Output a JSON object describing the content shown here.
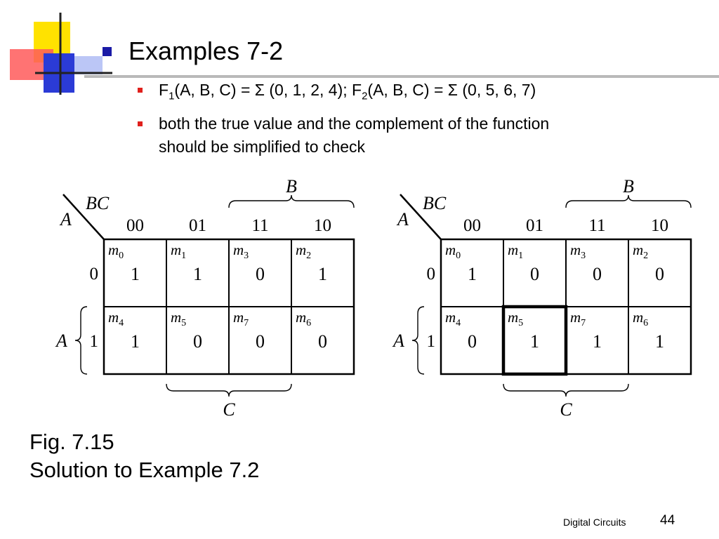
{
  "slide": {
    "title": "Examples 7-2",
    "bullets": [
      {
        "parts": [
          "F",
          "1",
          "(A, B, C) = Σ (0, 1, 2, 4); F",
          "2",
          "(A, B, C) = Σ (0, 5, 6, 7)"
        ]
      },
      {
        "lines": [
          "both the true value and the complement of the function",
          "should be simplified to check"
        ]
      }
    ],
    "caption_lines": [
      "Fig. 7.15",
      "Solution to Example 7.2"
    ],
    "footer_text": "Digital Circuits",
    "page_number": "44"
  },
  "colors": {
    "title_bullet": "#1a1aa6",
    "sub_bullet": "#e0201c",
    "rule": "#b9b9b9",
    "deco_yellow": "#ffe200",
    "deco_blue": "#2b3bd6",
    "deco_red": "#ff4a4a"
  },
  "kmaps": [
    {
      "row_var": "A",
      "col_vars": "BC",
      "col_codes": [
        "00",
        "01",
        "11",
        "10"
      ],
      "row_codes": [
        "0",
        "1"
      ],
      "top_brace_label": "B",
      "side_brace_label": "A",
      "bottom_brace_label": "C",
      "cells": [
        [
          {
            "sym": "m",
            "idx": "0",
            "val": "1"
          },
          {
            "sym": "m",
            "idx": "1",
            "val": "1"
          },
          {
            "sym": "m",
            "idx": "3",
            "val": "0"
          },
          {
            "sym": "m",
            "idx": "2",
            "val": "1"
          }
        ],
        [
          {
            "sym": "m",
            "idx": "4",
            "val": "1"
          },
          {
            "sym": "m",
            "idx": "5",
            "val": "0"
          },
          {
            "sym": "m",
            "idx": "7",
            "val": "0"
          },
          {
            "sym": "m",
            "idx": "6",
            "val": "0"
          }
        ]
      ],
      "highlight": []
    },
    {
      "row_var": "A",
      "col_vars": "BC",
      "col_codes": [
        "00",
        "01",
        "11",
        "10"
      ],
      "row_codes": [
        "0",
        "1"
      ],
      "top_brace_label": "B",
      "side_brace_label": "A",
      "bottom_brace_label": "C",
      "cells": [
        [
          {
            "sym": "m",
            "idx": "0",
            "val": "1"
          },
          {
            "sym": "m",
            "idx": "1",
            "val": "0"
          },
          {
            "sym": "m",
            "idx": "3",
            "val": "0"
          },
          {
            "sym": "m",
            "idx": "2",
            "val": "0"
          }
        ],
        [
          {
            "sym": "m",
            "idx": "4",
            "val": "0"
          },
          {
            "sym": "m",
            "idx": "5",
            "val": "1"
          },
          {
            "sym": "m",
            "idx": "7",
            "val": "1"
          },
          {
            "sym": "m",
            "idx": "6",
            "val": "1"
          }
        ]
      ],
      "highlight": [
        [
          1,
          1
        ]
      ]
    }
  ]
}
